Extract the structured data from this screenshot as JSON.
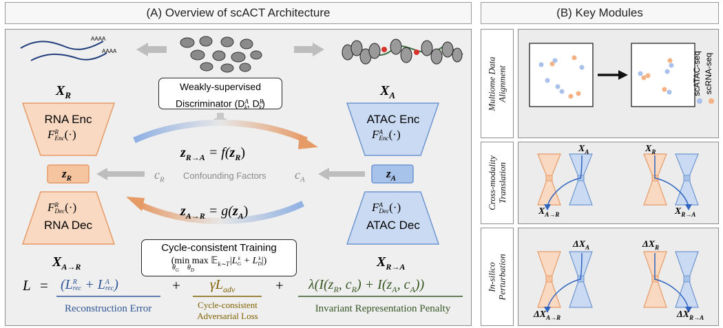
{
  "panel_a": {
    "title": "(A) Overview of scACT Architecture",
    "x_r": "X",
    "x_r_sub": "R",
    "x_a": "X",
    "x_a_sub": "A",
    "x_ar": "X",
    "x_ar_sub": "A→R",
    "x_ra": "X",
    "x_ra_sub": "R→A",
    "rna_enc_line1": "RNA Enc",
    "rna_enc_line2": "F",
    "rna_enc_sup": "R",
    "rna_enc_sub": "Enc",
    "rna_enc_arg": "(·)",
    "rna_dec_line1": "F",
    "rna_dec_sup": "R",
    "rna_dec_sub": "Dec",
    "rna_dec_arg": "(·)",
    "rna_dec_line2": "RNA Dec",
    "atac_enc_line1": "ATAC Enc",
    "atac_enc_line2": "F",
    "atac_enc_sup": "A",
    "atac_enc_sub": "Enc",
    "atac_enc_arg": "(·)",
    "atac_dec_line1": "F",
    "atac_dec_sup": "A",
    "atac_dec_sub": "Dec",
    "atac_dec_arg": "(·)",
    "atac_dec_line2": "ATAC Dec",
    "z_r": "z",
    "z_r_sub": "R",
    "z_a": "z",
    "z_a_sub": "A",
    "c_r": "c",
    "c_r_sub": "R",
    "c_a": "c",
    "c_a_sub": "A",
    "confounding": "Confounding Factors",
    "z_ra_eq": "= f(",
    "z_ra_z": "z",
    "z_ra_sub": "R→A",
    "z_ra_arg": "R",
    "z_ar_eq": "= g(",
    "z_ar_z": "z",
    "z_ar_sub": "A→R",
    "z_ar_arg": "A",
    "disc_line1": "Weakly-supervised",
    "disc_line2": "Discriminator (D",
    "disc_line2_rest": "A",
    "disc_k": "k",
    "disc_mid": ", D",
    "disc_r": "R",
    "disc_end": ")",
    "cycle_line1": "Cycle-consistent Training",
    "cycle_line2": "(min max 𝔼",
    "cycle_sub_e": "k∼T",
    "cycle_line2_rest": "|L",
    "cycle_lg_sub": "G",
    "cycle_lg_sup": "k",
    "cycle_plus": " + L",
    "cycle_ld_sub": "D",
    "cycle_ld_sup": "k",
    "cycle_end": "|)",
    "cycle_theta_g": "θ",
    "cycle_theta_g_sub": "G",
    "cycle_theta_d": "θ",
    "cycle_theta_d_sub": "D",
    "loss_l": "L",
    "loss_eq": "=",
    "loss_rec": "(L",
    "loss_rec_sup_r": "R",
    "loss_rec_sub": "rec",
    "loss_rec_plus": " + L",
    "loss_rec_sup_a": "A",
    "loss_rec_sub2": "rec",
    "loss_rec_end": ")",
    "loss_plus1": "+",
    "loss_adv": "γL",
    "loss_adv_sub": "adv",
    "loss_plus2": "+",
    "loss_inv": "λ(I(z",
    "loss_inv_r": "R",
    "loss_inv_mid": ", c",
    "loss_inv_mid2": ") + I(z",
    "loss_inv_a": "A",
    "loss_inv_mid3": ", c",
    "loss_inv_end": "))",
    "label_rec": "Reconstruction Error",
    "label_adv_1": "Cycle-consistent",
    "label_adv_2": "Adversarial Loss",
    "label_inv": "Invariant Representation Penalty",
    "rna_tail_1": "AAAA",
    "rna_tail_2": "AAAA"
  },
  "panel_b": {
    "title": "(B) Key Modules",
    "alignment_label_1": "Multiome Data",
    "alignment_label_2": "Alignment",
    "translation_label_1": "Cross-modality",
    "translation_label_2": "Translation",
    "perturbation_label_1": "In-silico",
    "perturbation_label_2": "Perturbation",
    "legend_atac": "scATAC-seq",
    "legend_rna": "scRNA-seq",
    "trans_xa": "X",
    "trans_xa_sub": "A",
    "trans_xr": "X",
    "trans_xr_sub": "R",
    "trans_xar": "X",
    "trans_xar_sub": "A→R",
    "trans_xra": "X",
    "trans_xra_sub": "R→A",
    "pert_dxa": "ΔX",
    "pert_dxa_sub": "A",
    "pert_dxr": "ΔX",
    "pert_dxr_sub": "R",
    "pert_dxar": "ΔX",
    "pert_dxar_sub": "A→R",
    "pert_dxra": "ΔX",
    "pert_dxra_sub": "R→A"
  },
  "colors": {
    "rna_fill": "#f9d9c2",
    "rna_stroke": "#e69a66",
    "rna_latent": "#f5c5a0",
    "atac_fill": "#c9daf2",
    "atac_stroke": "#6f95cf",
    "atac_latent": "#a8c3ea",
    "rec_text": "#2f5597",
    "adv_text": "#7f6000",
    "inv_text": "#375623",
    "dot_atac": "#a9c0ea",
    "dot_rna": "#f4b183"
  }
}
